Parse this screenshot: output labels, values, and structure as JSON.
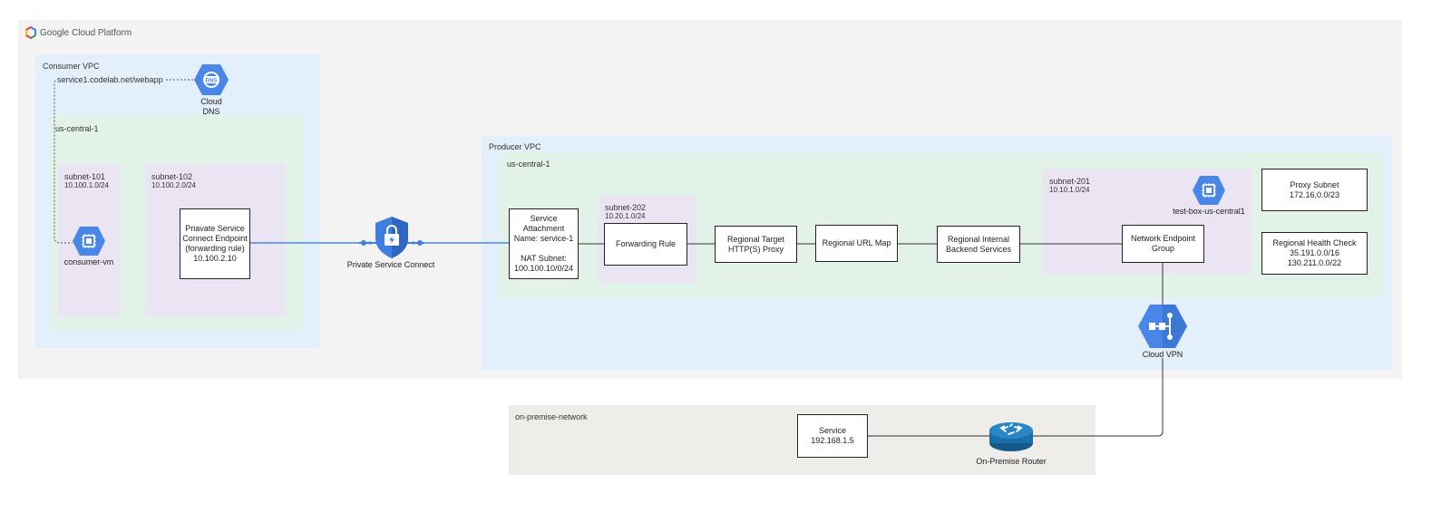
{
  "platform": {
    "name": "Google Cloud Platform"
  },
  "consumer": {
    "vpc_label": "Consumer VPC",
    "dns_url": "service1.codelab.net/webapp",
    "cloud_dns_label": "Cloud\nDNS",
    "dns_badge": "DNS",
    "region_label": "us-central-1",
    "subnet_101": {
      "name": "subnet-101",
      "cidr": "10.100.1.0/24"
    },
    "subnet_102": {
      "name": "subnet-102",
      "cidr": "10.100.2.0/24"
    },
    "vm_label": "consumer-vm",
    "psc_endpoint": "Priavate Service\nConnect Endpoint\n(forwarding rule)\n10.100.2.10"
  },
  "psc": {
    "label": "Private Service Connect"
  },
  "producer": {
    "vpc_label": "Producer VPC",
    "region_label": "us-central-1",
    "service_attachment": "Service\nAttachment\nName: service-1\n\nNAT Subnet:\n100.100.10/0/24",
    "subnet_202": {
      "name": "subnet-202",
      "cidr": "10.20.1.0/24"
    },
    "forwarding_rule": "Forwarding Rule",
    "target_proxy": "Regional Target\nHTTP(S) Proxy",
    "url_map": "Regional URL Map",
    "backend_services": "Regional Internal\nBackend Services",
    "subnet_201": {
      "name": "subnet-201",
      "cidr": "10.10.1.0/24"
    },
    "test_box_label": "test-box-us-central1",
    "neg": "Network Endpoint\nGroup",
    "proxy_subnet": "Proxy Subnet\n172.16.0.0/23",
    "health_check": "Regional Health Check\n35.191.0.0/16\n130.211.0.0/22",
    "cloud_vpn_label": "Cloud VPN"
  },
  "onprem": {
    "network_label": "on-premise-network",
    "service": "Service\n192.168.1.5",
    "router_label": "On-Premise Router"
  },
  "colors": {
    "gcp_bg": "#f3f3f3",
    "vpc_bg": "#e3f0fb",
    "region_bg": "#e3f2e8",
    "subnet_bg": "#ebe5f3",
    "onprem_bg": "#efedea",
    "gcp_blue": "#4a86e8",
    "psc_blue": "#3f7de0",
    "wire_blue": "#4a86e8",
    "router_blue": "#1b6fa8"
  }
}
